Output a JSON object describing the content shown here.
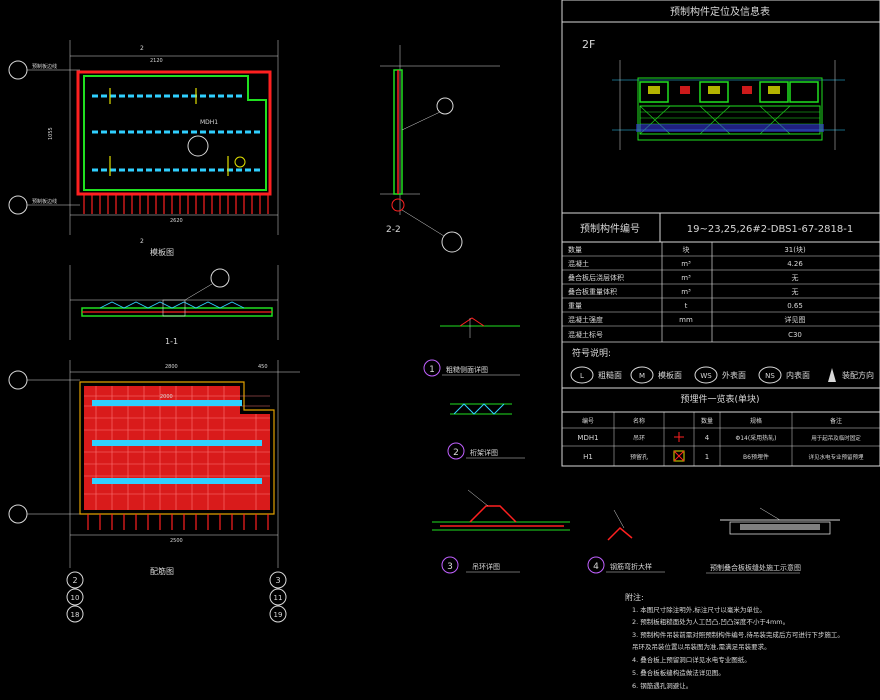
{
  "panel": {
    "title": "预制构件定位及信息表",
    "floor_label": "2F",
    "component_no_label": "预制构件编号",
    "component_no": "19~23,25,26#2-DBS1-67-2818-1",
    "info_rows": [
      {
        "name": "数量",
        "unit": "块",
        "value": "31(块)"
      },
      {
        "name": "混凝土",
        "unit": "m³",
        "value": "4.26"
      },
      {
        "name": "叠合板后浇层体积",
        "unit": "m³",
        "value": "无"
      },
      {
        "name": "叠合板重量体积",
        "unit": "m³",
        "value": "无"
      },
      {
        "name": "重量",
        "unit": "t",
        "value": "0.65"
      },
      {
        "name": "混凝土强度",
        "unit": "mm",
        "value": "详见图"
      },
      {
        "name": "混凝土标号",
        "unit": "",
        "value": "C30"
      }
    ],
    "symbol_title": "符号说明:",
    "symbols": [
      {
        "code": "L",
        "label": "粗糙面"
      },
      {
        "code": "M",
        "label": "模板面"
      },
      {
        "code": "WS",
        "label": "外表面"
      },
      {
        "code": "NS",
        "label": "内表面"
      },
      {
        "code": "",
        "label": "装配方向"
      }
    ],
    "embed_title": "预埋件一览表(单块)",
    "embed_headers": [
      "编号",
      "名称",
      "",
      "数量",
      "规格",
      "备注"
    ],
    "embed_rows": [
      [
        "MDH1",
        "吊环",
        "",
        "4",
        "Φ14(采用热轧)",
        "用于起吊及临时固定"
      ],
      [
        "H1",
        "预留孔",
        "",
        "1",
        "B6预埋件",
        "详见水电专业预留预埋"
      ]
    ]
  },
  "views": {
    "plan_title": "模板图",
    "section_11": "1-1",
    "section_22": "2-2",
    "rebar_title": "配筋图",
    "axes_left": [
      "2",
      "10",
      "18"
    ],
    "axes_right": [
      "3",
      "11",
      "19"
    ],
    "left_labels": [
      "预制板边线",
      "预制板边线"
    ],
    "dims": {
      "top": "2",
      "left_span": "2120",
      "bottom_total": "2620",
      "bottom_left": "2",
      "rebar_top": "2800",
      "rebar_bottom": "2500",
      "rebar_right": "450",
      "rebar_label": "2000",
      "side_dim": "1055",
      "mark_label": "MDH1"
    }
  },
  "details": [
    {
      "num": "1",
      "title": "粗糙侧面详图"
    },
    {
      "num": "2",
      "title": "桁架详图"
    },
    {
      "num": "3",
      "title": "吊环详图"
    },
    {
      "num": "4",
      "title": "钢筋弯折大样"
    },
    {
      "num": "",
      "title": "预制叠合板板缝处施工示意图"
    }
  ],
  "notes": {
    "title": "附注:",
    "items": [
      "1. 本图尺寸除注明外,标注尺寸以毫米为单位。",
      "2. 预制板粗糙面处为人工凹凸,凹凸深度不小于4mm。",
      "3. 预制构件吊装前需对照预制构件编号,待吊装完成后方可进行下步施工。",
      "   吊环及吊装位置以吊装图为准,需满足吊装要求。",
      "4. 叠合板上预留洞口详见水电专业图纸。",
      "5. 叠合板板缝构造做法详见图。",
      "6. 钢筋遇孔洞避让。"
    ]
  },
  "colors": {
    "slab_red": "#ff2020",
    "green": "#20e020",
    "cyan": "#30d0ff",
    "yellow": "#e0e000",
    "white": "#d8d8d8",
    "magenta": "#c060ff"
  }
}
